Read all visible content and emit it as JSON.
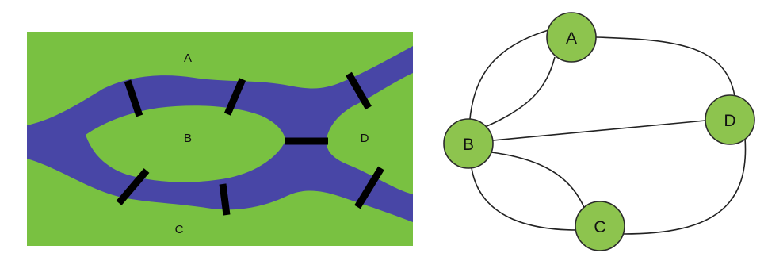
{
  "colors": {
    "land": "#79c141",
    "river": "#4846a6",
    "bridge": "#000000",
    "node_fill": "#8dc44e",
    "node_stroke": "#2b2b2b",
    "edge": "#222222",
    "label": "#111111"
  },
  "map": {
    "regions": [
      {
        "id": "A",
        "label": "A"
      },
      {
        "id": "B",
        "label": "B"
      },
      {
        "id": "C",
        "label": "C"
      },
      {
        "id": "D",
        "label": "D"
      }
    ],
    "bridge_count": 7
  },
  "graph": {
    "nodes": [
      {
        "id": "A",
        "label": "A"
      },
      {
        "id": "B",
        "label": "B"
      },
      {
        "id": "C",
        "label": "C"
      },
      {
        "id": "D",
        "label": "D"
      }
    ],
    "edges": [
      {
        "from": "A",
        "to": "B"
      },
      {
        "from": "A",
        "to": "B"
      },
      {
        "from": "A",
        "to": "D"
      },
      {
        "from": "B",
        "to": "D"
      },
      {
        "from": "B",
        "to": "C"
      },
      {
        "from": "B",
        "to": "C"
      },
      {
        "from": "C",
        "to": "D"
      }
    ]
  }
}
